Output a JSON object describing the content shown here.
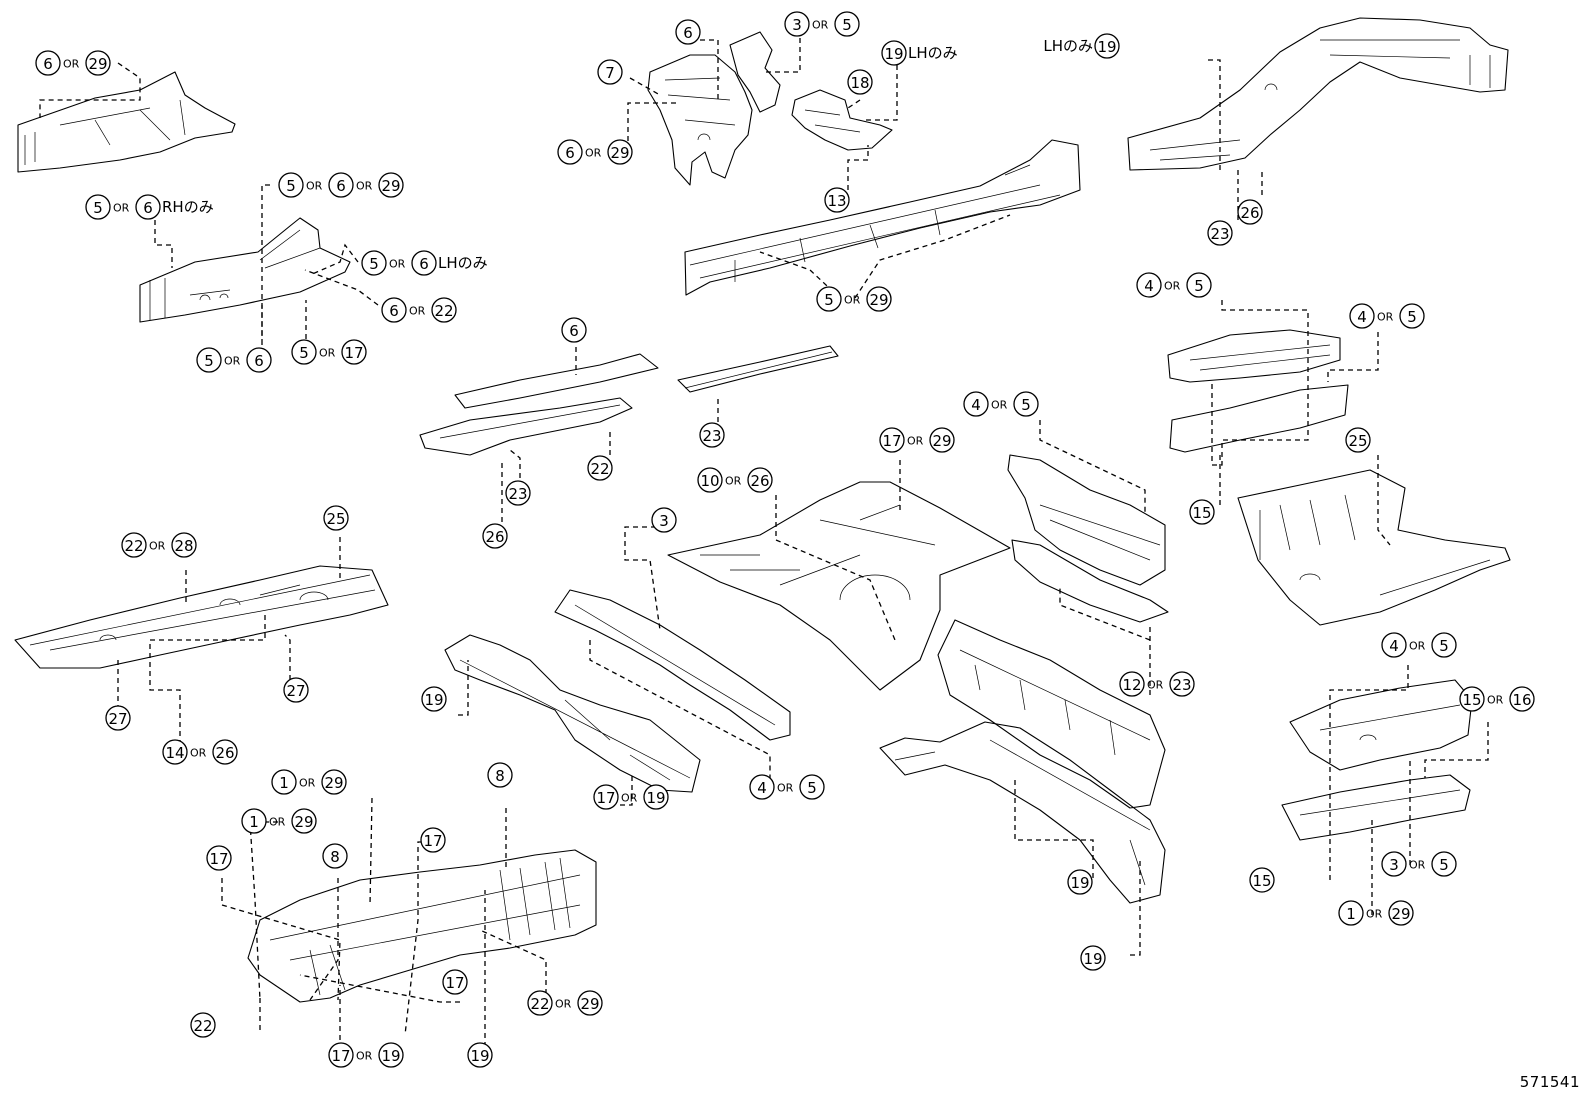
{
  "diagram": {
    "id_label": "571541",
    "connector": "OR",
    "callouts": [
      {
        "nums": [
          "6",
          "29"
        ],
        "note": ""
      },
      {
        "nums": [
          "5",
          "6"
        ],
        "note": "RHのみ"
      },
      {
        "nums": [
          "5",
          "6",
          "29"
        ],
        "note": ""
      },
      {
        "nums": [
          "5",
          "6"
        ],
        "note": "LHのみ"
      },
      {
        "nums": [
          "6",
          "22"
        ],
        "note": ""
      },
      {
        "nums": [
          "5",
          "6"
        ],
        "note": ""
      },
      {
        "nums": [
          "5",
          "17"
        ],
        "note": ""
      },
      {
        "nums": [
          "6"
        ],
        "note": ""
      },
      {
        "nums": [
          "7"
        ],
        "note": ""
      },
      {
        "nums": [
          "6",
          "29"
        ],
        "note": ""
      },
      {
        "nums": [
          "3",
          "5"
        ],
        "note": ""
      },
      {
        "nums": [
          "19"
        ],
        "note": "LHのみ"
      },
      {
        "nums": [
          "18"
        ],
        "note": ""
      },
      {
        "nums": [
          "13"
        ],
        "note": ""
      },
      {
        "nums": [
          "5",
          "29"
        ],
        "note": ""
      },
      {
        "nums": [
          "19"
        ],
        "note": "LHのみ",
        "note_before": true
      },
      {
        "nums": [
          "23"
        ],
        "note": ""
      },
      {
        "nums": [
          "26"
        ],
        "note": ""
      },
      {
        "nums": [
          "4",
          "5"
        ],
        "note": ""
      },
      {
        "nums": [
          "4",
          "5"
        ],
        "note": ""
      },
      {
        "nums": [
          "15"
        ],
        "note": ""
      },
      {
        "nums": [
          "25"
        ],
        "note": ""
      },
      {
        "nums": [
          "6"
        ],
        "note": ""
      },
      {
        "nums": [
          "23"
        ],
        "note": ""
      },
      {
        "nums": [
          "22"
        ],
        "note": ""
      },
      {
        "nums": [
          "23"
        ],
        "note": ""
      },
      {
        "nums": [
          "26"
        ],
        "note": ""
      },
      {
        "nums": [
          "17",
          "29"
        ],
        "note": ""
      },
      {
        "nums": [
          "4",
          "5"
        ],
        "note": ""
      },
      {
        "nums": [
          "10",
          "26"
        ],
        "note": ""
      },
      {
        "nums": [
          "3"
        ],
        "note": ""
      },
      {
        "nums": [
          "22",
          "28"
        ],
        "note": ""
      },
      {
        "nums": [
          "25"
        ],
        "note": ""
      },
      {
        "nums": [
          "27"
        ],
        "note": ""
      },
      {
        "nums": [
          "27"
        ],
        "note": ""
      },
      {
        "nums": [
          "14",
          "26"
        ],
        "note": ""
      },
      {
        "nums": [
          "12",
          "23"
        ],
        "note": ""
      },
      {
        "nums": [
          "19"
        ],
        "note": ""
      },
      {
        "nums": [
          "19"
        ],
        "note": ""
      },
      {
        "nums": [
          "17",
          "19"
        ],
        "note": ""
      },
      {
        "nums": [
          "4",
          "5"
        ],
        "note": ""
      },
      {
        "nums": [
          "4",
          "5"
        ],
        "note": ""
      },
      {
        "nums": [
          "15",
          "16"
        ],
        "note": ""
      },
      {
        "nums": [
          "15"
        ],
        "note": ""
      },
      {
        "nums": [
          "3",
          "5"
        ],
        "note": ""
      },
      {
        "nums": [
          "1",
          "29"
        ],
        "note": ""
      },
      {
        "nums": [
          "1",
          "29"
        ],
        "note": ""
      },
      {
        "nums": [
          "1",
          "29"
        ],
        "note": ""
      },
      {
        "nums": [
          "17"
        ],
        "note": ""
      },
      {
        "nums": [
          "8"
        ],
        "note": ""
      },
      {
        "nums": [
          "17"
        ],
        "note": ""
      },
      {
        "nums": [
          "8"
        ],
        "note": ""
      },
      {
        "nums": [
          "17"
        ],
        "note": ""
      },
      {
        "nums": [
          "22",
          "29"
        ],
        "note": ""
      },
      {
        "nums": [
          "22"
        ],
        "note": ""
      },
      {
        "nums": [
          "17",
          "19"
        ],
        "note": ""
      },
      {
        "nums": [
          "19"
        ],
        "note": ""
      },
      {
        "nums": [
          "19"
        ],
        "note": ""
      }
    ]
  }
}
